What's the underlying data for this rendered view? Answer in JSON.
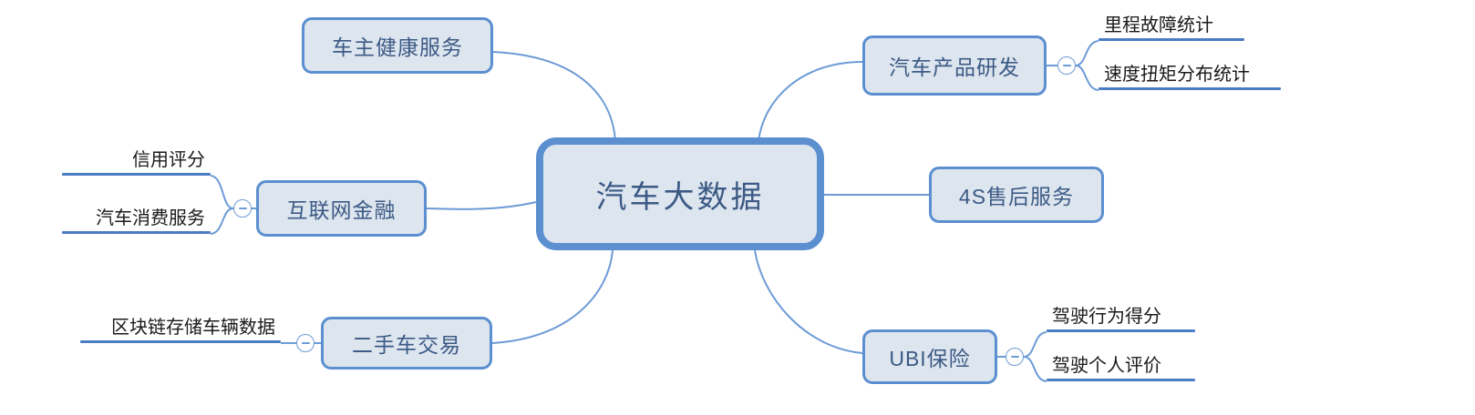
{
  "diagram": {
    "type": "mind-map",
    "title": "汽车大数据",
    "background_color": "#ffffff",
    "colors": {
      "node_fill": "#dde5ef",
      "node_border": "#5b8fd0",
      "node_text": "#3c5a85",
      "leaf_rule": "#4a7cc4",
      "leaf_text": "#1a1a1a",
      "connector": "#6c9bd6"
    },
    "center": {
      "label": "汽车大数据"
    },
    "branches": [
      {
        "id": "owner-health",
        "label": "车主健康服务",
        "side": "left",
        "toggle": null,
        "children": []
      },
      {
        "id": "internet-finance",
        "label": "互联网金融",
        "side": "left",
        "toggle": "collapse-minus-icon",
        "children": [
          {
            "label": "信用评分"
          },
          {
            "label": "汽车消费服务"
          }
        ]
      },
      {
        "id": "used-car-trade",
        "label": "二手车交易",
        "side": "left",
        "toggle": "collapse-minus-icon",
        "children": [
          {
            "label": "区块链存储车辆数据"
          }
        ]
      },
      {
        "id": "product-rd",
        "label": "汽车产品研发",
        "side": "right",
        "toggle": "collapse-minus-icon",
        "children": [
          {
            "label": "里程故障统计"
          },
          {
            "label": "速度扭矩分布统计"
          }
        ]
      },
      {
        "id": "after-sales-4s",
        "label": "4S售后服务",
        "side": "right",
        "toggle": null,
        "children": []
      },
      {
        "id": "ubi-insurance",
        "label": "UBI保险",
        "side": "right",
        "toggle": "collapse-minus-icon",
        "children": [
          {
            "label": "驾驶行为得分"
          },
          {
            "label": "驾驶个人评价"
          }
        ]
      }
    ]
  }
}
